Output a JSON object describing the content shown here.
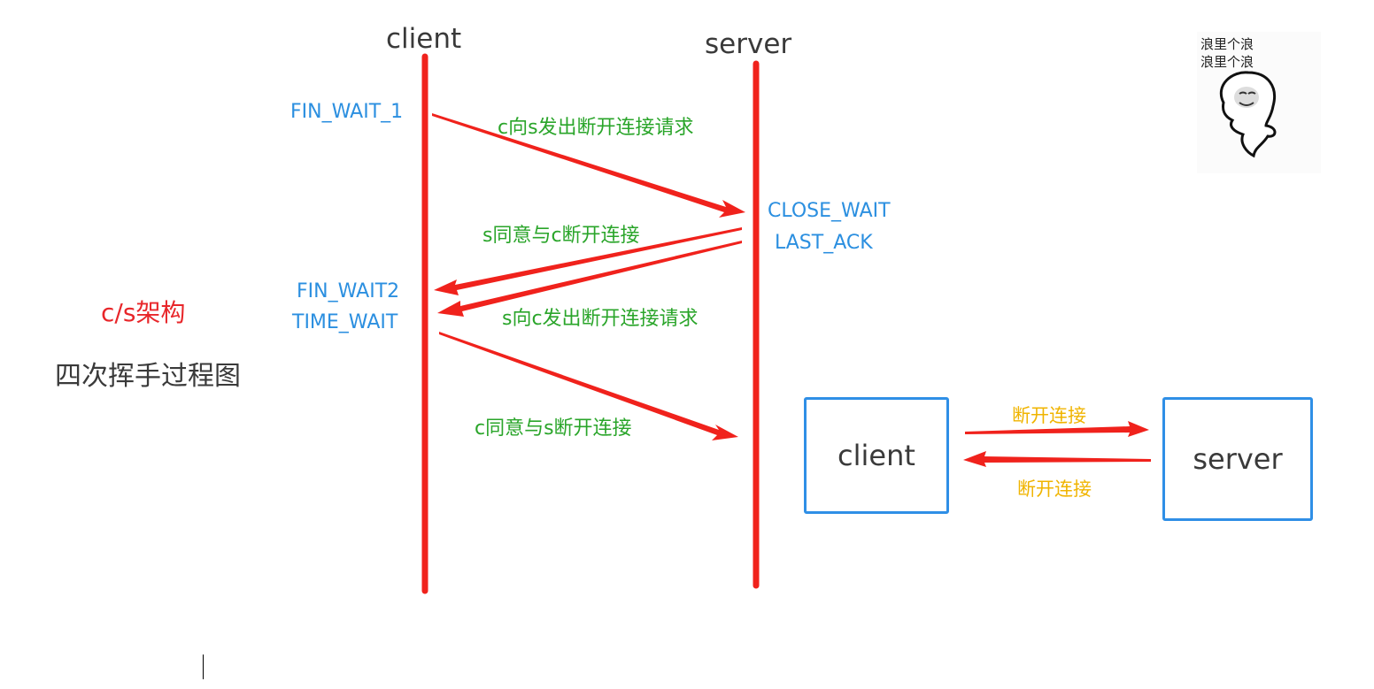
{
  "diagram": {
    "title": "四次挥手过程图",
    "subtitle": "c/s架构",
    "lifelines": {
      "client": "client",
      "server": "server"
    },
    "states": {
      "client_fin_wait_1": "FIN_WAIT_1",
      "client_fin_wait_2": "FIN_WAIT2",
      "client_time_wait": "TIME_WAIT",
      "server_close_wait": "CLOSE_WAIT",
      "server_last_ack": "LAST_ACK"
    },
    "messages": [
      {
        "label": "c向s发出断开连接请求",
        "from": "client",
        "to": "server"
      },
      {
        "label": "s同意与c断开连接",
        "from": "server",
        "to": "client"
      },
      {
        "label": "s向c发出断开连接请求",
        "from": "server",
        "to": "client"
      },
      {
        "label": "c同意与s断开连接",
        "from": "client",
        "to": "server"
      }
    ],
    "summary": {
      "client_box": "client",
      "server_box": "server",
      "top_arrow_label": "断开连接",
      "bottom_arrow_label": "断开连接"
    },
    "meme": {
      "line1": "浪里个浪",
      "line2": "浪里个浪",
      "icon": "dancing-ghost-meme"
    },
    "colors": {
      "arrow": "#f0221c",
      "state": "#2b8fe0",
      "message": "#2aa52a",
      "summary_label": "#f0b400",
      "box_border": "#2f8fe6",
      "subtitle": "#e8262a"
    }
  }
}
